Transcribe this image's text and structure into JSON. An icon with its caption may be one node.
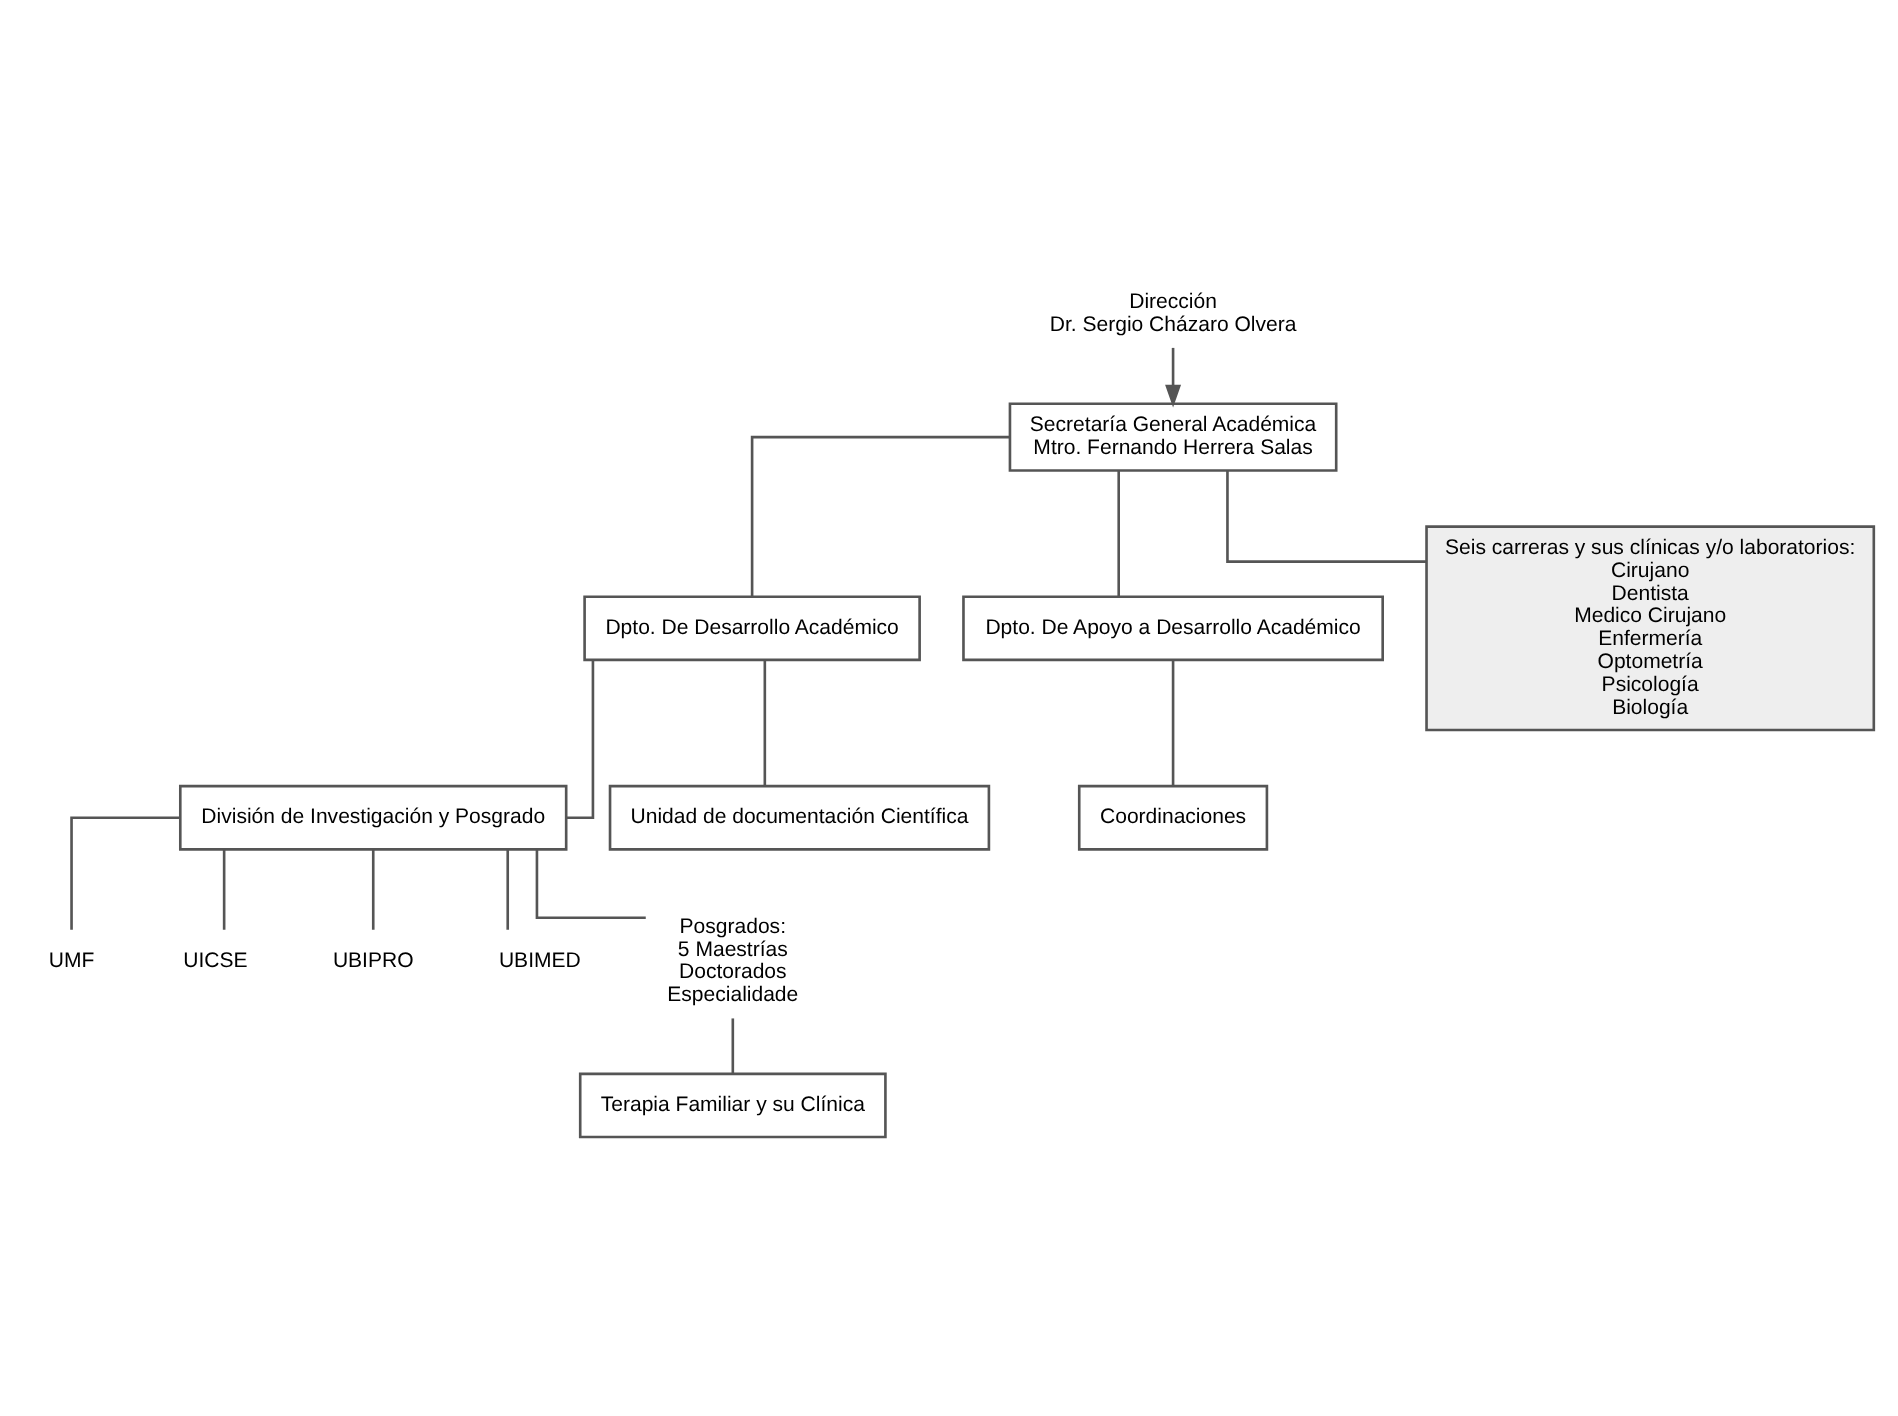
{
  "diagram": {
    "nodes": [
      {
        "text": [
          "Dirección",
          "Dr. Sergio Cházaro Olvera"
        ]
      },
      {
        "text": [
          "Secretaría General Académica",
          "Mtro. Fernando Herrera Salas"
        ]
      },
      {
        "text": [
          "Dpto. De Desarrollo Académico"
        ]
      },
      {
        "text": [
          "Dpto. De Apoyo a Desarrollo Académico"
        ]
      },
      {
        "text": [
          "Seis carreras y sus clínicas y/o laboratorios:",
          "Cirujano",
          "Dentista",
          "Medico Cirujano",
          "Enfermería",
          "Optometría",
          "Psicología",
          "Biología"
        ]
      },
      {
        "text": [
          "División de Investigación y Posgrado"
        ]
      },
      {
        "text": [
          "Unidad de documentación Científica"
        ]
      },
      {
        "text": [
          "Coordinaciones"
        ]
      },
      {
        "text": [
          "UMF"
        ]
      },
      {
        "text": [
          "UICSE"
        ]
      },
      {
        "text": [
          "UBIPRO"
        ]
      },
      {
        "text": [
          "UBIMED"
        ]
      },
      {
        "text": [
          "Posgrados:",
          "5 Maestrías",
          "Doctorados",
          "Especialidade"
        ]
      },
      {
        "text": [
          "Terapia Familiar y su Clínica"
        ]
      }
    ],
    "edges": [
      {
        "from": 0,
        "to": 1,
        "arrow": "to"
      },
      {
        "from": 1,
        "to": 2,
        "arrow": "none"
      },
      {
        "from": 1,
        "to": 3,
        "arrow": "none"
      },
      {
        "from": 1,
        "to": 4,
        "arrow": "none"
      },
      {
        "from": 2,
        "to": 5,
        "arrow": "none"
      },
      {
        "from": 2,
        "to": 6,
        "arrow": "none"
      },
      {
        "from": 3,
        "to": 7,
        "arrow": "none"
      },
      {
        "from": 5,
        "to": 8,
        "arrow": "none"
      },
      {
        "from": 5,
        "to": 9,
        "arrow": "none"
      },
      {
        "from": 5,
        "to": 10,
        "arrow": "none"
      },
      {
        "from": 5,
        "to": 11,
        "arrow": "none"
      },
      {
        "from": 5,
        "to": 12,
        "arrow": "none"
      },
      {
        "from": 12,
        "to": 13,
        "arrow": "none"
      }
    ]
  }
}
